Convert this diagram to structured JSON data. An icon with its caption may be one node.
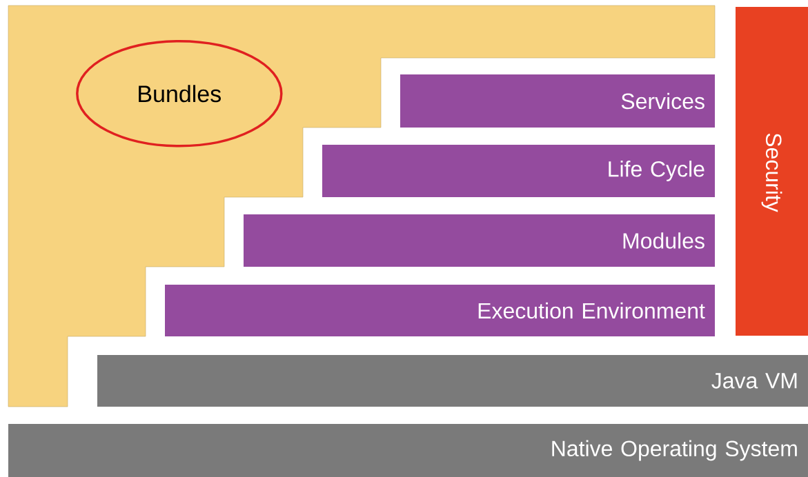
{
  "diagram": {
    "nodes": [
      {
        "text": [],
        "shape": "band"
      },
      {
        "text": [
          "Bundles"
        ],
        "in": 0
      },
      {
        "text": [
          "Services"
        ]
      },
      {
        "text": [
          "Life Cycle"
        ]
      },
      {
        "text": [
          "Modules"
        ]
      },
      {
        "text": [
          "Execution Environment"
        ]
      },
      {
        "text": [
          "Security"
        ]
      },
      {
        "text": [
          "Java VM"
        ]
      },
      {
        "text": [
          "Native Operating System"
        ]
      }
    ]
  }
}
